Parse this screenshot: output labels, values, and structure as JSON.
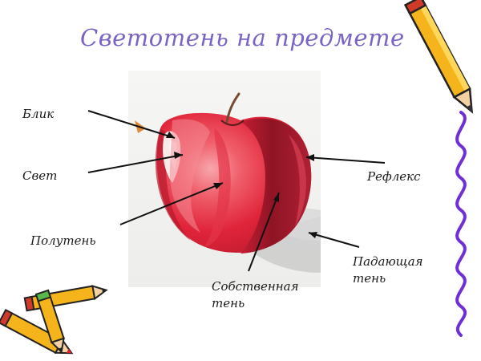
{
  "title": "Светотень на предмете",
  "labels": {
    "highlight": "Блик",
    "light": "Свет",
    "halftone": "Полутень",
    "own_shadow_line1": "Собственная",
    "own_shadow_line2": "тень",
    "reflex": "Рефлекс",
    "cast_shadow_line1": "Падающая",
    "cast_shadow_line2": "тень"
  },
  "colors": {
    "title": "#7b63c6",
    "apple_light": "#f0606c",
    "apple_mid": "#e0243a",
    "apple_dark": "#8e1424",
    "squiggle": "#6e2fd6"
  },
  "icons": [
    "pencil-icon",
    "pencil-icon",
    "pencil-icon",
    "pencil-icon"
  ]
}
